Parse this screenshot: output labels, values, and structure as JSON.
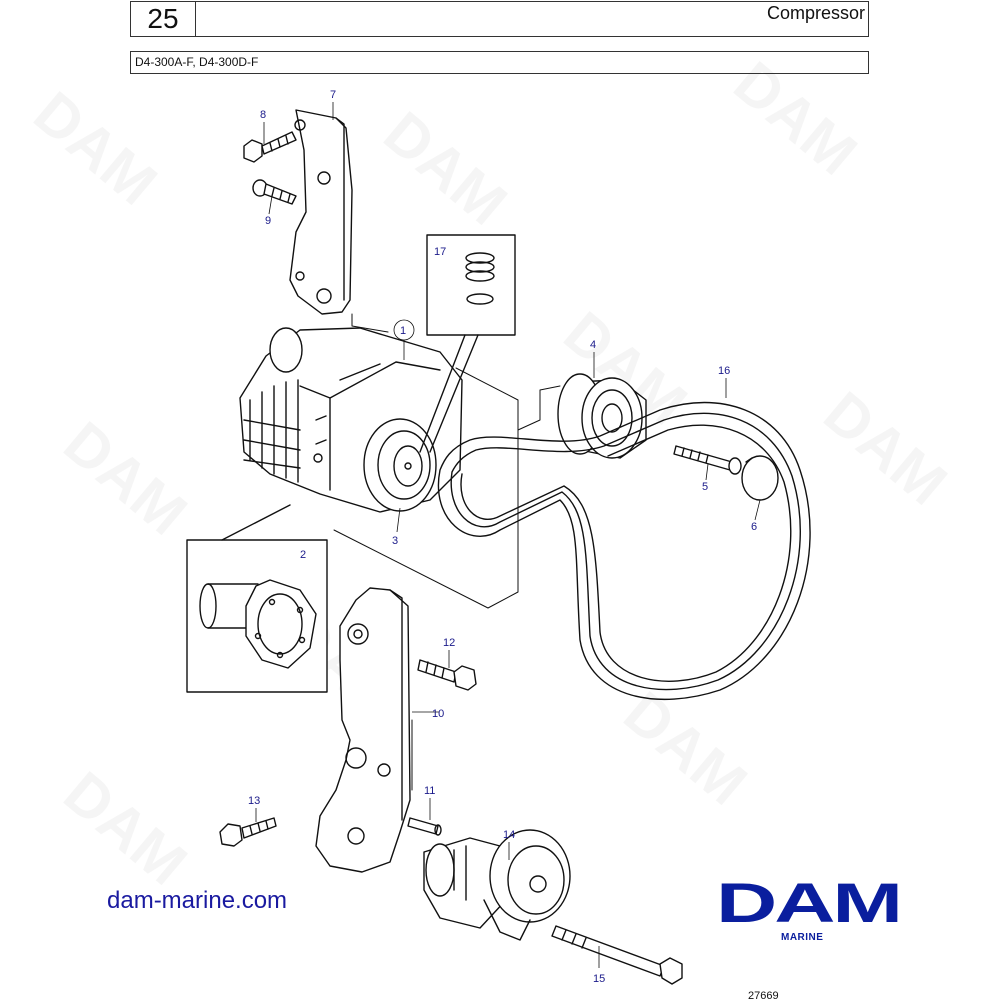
{
  "header": {
    "page_number": "25",
    "title": "Compressor",
    "models": "D4-300A-F, D4-300D-F"
  },
  "callouts": [
    "1",
    "2",
    "3",
    "4",
    "5",
    "6",
    "7",
    "8",
    "9",
    "10",
    "11",
    "12",
    "13",
    "14",
    "15",
    "16",
    "17"
  ],
  "watermark": "DAM",
  "footer": {
    "website": "dam-marine.com",
    "logo_text": "DAM",
    "logo_sub": "MARINE",
    "figure_id": "27669"
  },
  "colors": {
    "callout": "#1a1a8a",
    "brand": "#0a1e9e"
  }
}
